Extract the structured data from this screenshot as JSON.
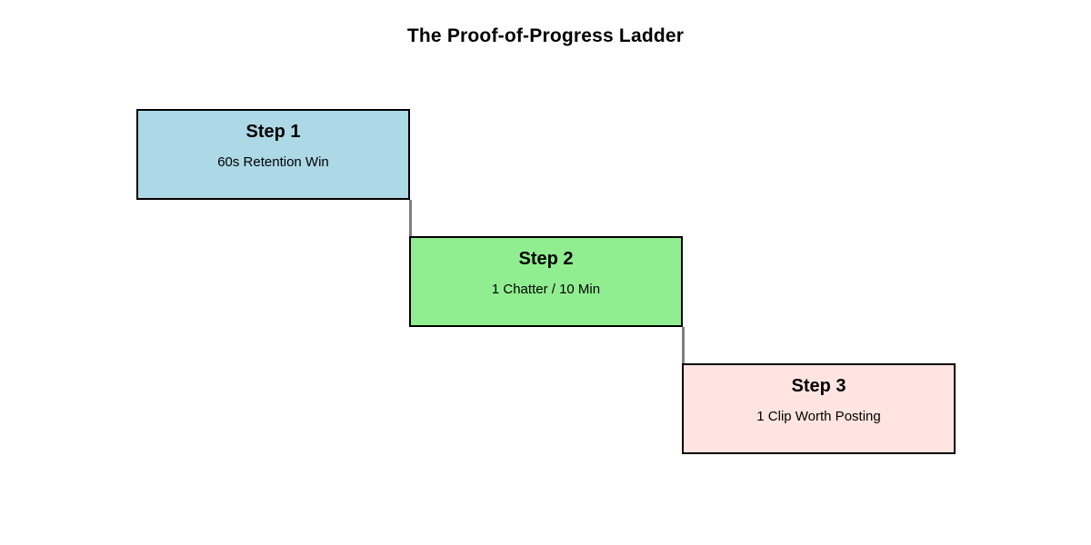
{
  "title": "The Proof-of-Progress Ladder",
  "diagram": {
    "type": "staircase-ladder",
    "background": "#FFFFFF",
    "box_border_color": "#000000",
    "connector_color": "#808080",
    "text_color": "#000000"
  },
  "steps": [
    {
      "label": "Step 1",
      "description": "60s Retention Win",
      "fill": "#ADD8E6"
    },
    {
      "label": "Step 2",
      "description": "1 Chatter / 10 Min",
      "fill": "#90EE90"
    },
    {
      "label": "Step 3",
      "description": "1 Clip Worth Posting",
      "fill": "#FFE4E1"
    }
  ]
}
